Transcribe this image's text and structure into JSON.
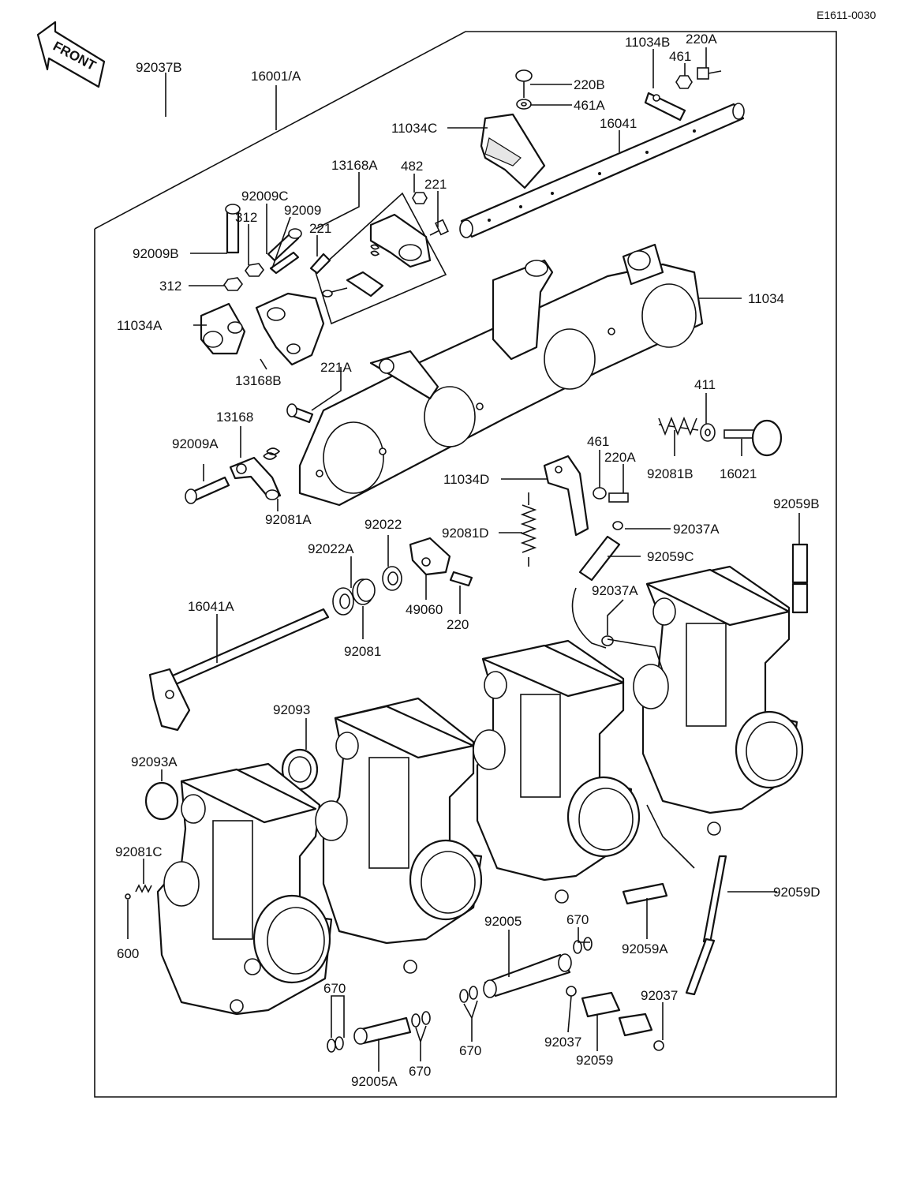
{
  "doc_code": "E1611-0030",
  "front_label": "FRONT",
  "parts": [
    {
      "id": "92037B",
      "label": "92037B"
    },
    {
      "id": "16001A",
      "label": "16001/A"
    },
    {
      "id": "11034B",
      "label": "11034B"
    },
    {
      "id": "220A_top",
      "label": "220A"
    },
    {
      "id": "461_top",
      "label": "461"
    },
    {
      "id": "220B",
      "label": "220B"
    },
    {
      "id": "461A",
      "label": "461A"
    },
    {
      "id": "11034C",
      "label": "11034C"
    },
    {
      "id": "16041",
      "label": "16041"
    },
    {
      "id": "13168A",
      "label": "13168A"
    },
    {
      "id": "482",
      "label": "482"
    },
    {
      "id": "221_a",
      "label": "221"
    },
    {
      "id": "92009C",
      "label": "92009C"
    },
    {
      "id": "92009",
      "label": "92009"
    },
    {
      "id": "312_a",
      "label": "312"
    },
    {
      "id": "221_b",
      "label": "221"
    },
    {
      "id": "92009B",
      "label": "92009B"
    },
    {
      "id": "312_b",
      "label": "312"
    },
    {
      "id": "11034",
      "label": "11034"
    },
    {
      "id": "11034A",
      "label": "11034A"
    },
    {
      "id": "13168B",
      "label": "13168B"
    },
    {
      "id": "221A",
      "label": "221A"
    },
    {
      "id": "411",
      "label": "411"
    },
    {
      "id": "13168",
      "label": "13168"
    },
    {
      "id": "92009A",
      "label": "92009A"
    },
    {
      "id": "461_mid",
      "label": "461"
    },
    {
      "id": "220A_mid",
      "label": "220A"
    },
    {
      "id": "92081B",
      "label": "92081B"
    },
    {
      "id": "16021",
      "label": "16021"
    },
    {
      "id": "11034D",
      "label": "11034D"
    },
    {
      "id": "92081A",
      "label": "92081A"
    },
    {
      "id": "92059B",
      "label": "92059B"
    },
    {
      "id": "92022",
      "label": "92022"
    },
    {
      "id": "92081D",
      "label": "92081D"
    },
    {
      "id": "92037A_a",
      "label": "92037A"
    },
    {
      "id": "92022A",
      "label": "92022A"
    },
    {
      "id": "92059C",
      "label": "92059C"
    },
    {
      "id": "92037A_b",
      "label": "92037A"
    },
    {
      "id": "49060",
      "label": "49060"
    },
    {
      "id": "220",
      "label": "220"
    },
    {
      "id": "16041A",
      "label": "16041A"
    },
    {
      "id": "92081",
      "label": "92081"
    },
    {
      "id": "92093",
      "label": "92093"
    },
    {
      "id": "92093A",
      "label": "92093A"
    },
    {
      "id": "92081C",
      "label": "92081C"
    },
    {
      "id": "92059D",
      "label": "92059D"
    },
    {
      "id": "600",
      "label": "600"
    },
    {
      "id": "92005",
      "label": "92005"
    },
    {
      "id": "670_a",
      "label": "670"
    },
    {
      "id": "92059A",
      "label": "92059A"
    },
    {
      "id": "670_b",
      "label": "670"
    },
    {
      "id": "92037",
      "label": "92037"
    },
    {
      "id": "92037_b",
      "label": "92037"
    },
    {
      "id": "670_c",
      "label": "670"
    },
    {
      "id": "92059",
      "label": "92059"
    },
    {
      "id": "670_d",
      "label": "670"
    },
    {
      "id": "92005A",
      "label": "92005A"
    }
  ]
}
